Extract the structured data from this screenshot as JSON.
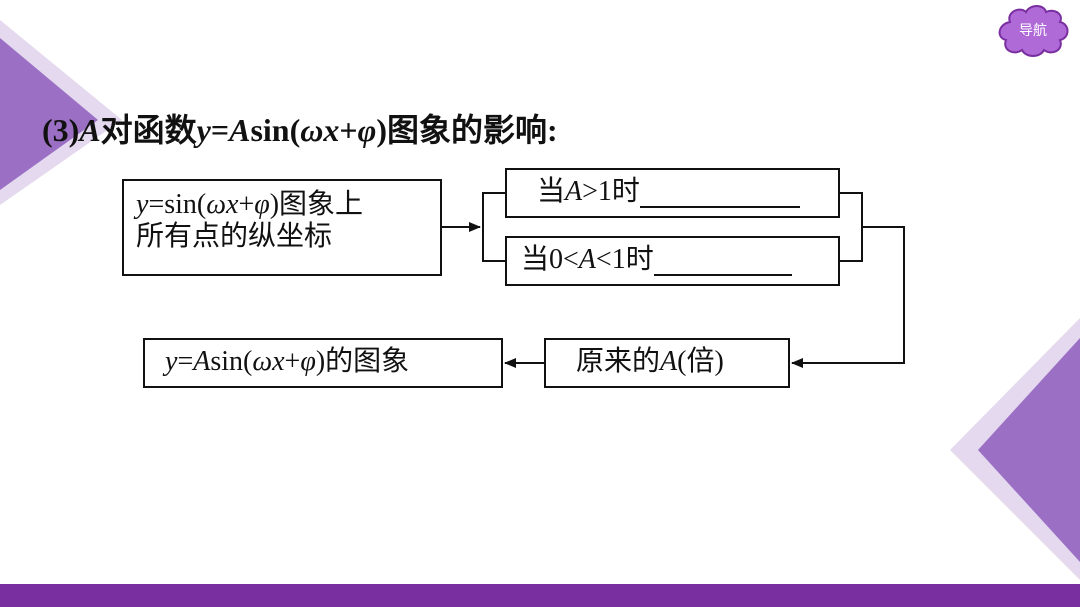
{
  "nav": {
    "label": "导航"
  },
  "heading": {
    "prefix": "(3)",
    "var_a": "A",
    "text1": "对函数",
    "var_y": "y",
    "text2": "=",
    "var_a2": "A",
    "text3": "sin(",
    "var_wx": "ωx",
    "text4": "+",
    "var_phi": "φ",
    "text5": ")图象的影响:"
  },
  "flow": {
    "source": {
      "var_y": "y",
      "line1_a": "=sin(",
      "var_wx": "ωx",
      "line1_b": "+",
      "var_phi": "φ",
      "line1_c": ")图象上",
      "line2": "所有点的纵坐标"
    },
    "case_gt1": {
      "pre": "当",
      "var_a": "A",
      "post": ">1时"
    },
    "case_lt1": {
      "pre": "当0<",
      "var_a": "A",
      "post": "<1时"
    },
    "factor": {
      "pre": "原来的",
      "var_a": "A",
      "post": "(倍)"
    },
    "result": {
      "var_y": "y",
      "a": "=",
      "var_a": "A",
      "b": "sin(",
      "var_wx": "ωx",
      "c": "+",
      "var_phi": "φ",
      "d": ")的图象"
    }
  },
  "colors": {
    "accent": "#7a2fa0",
    "light_accent": "#9b6fc4",
    "pale_accent": "#e4d9ee"
  }
}
